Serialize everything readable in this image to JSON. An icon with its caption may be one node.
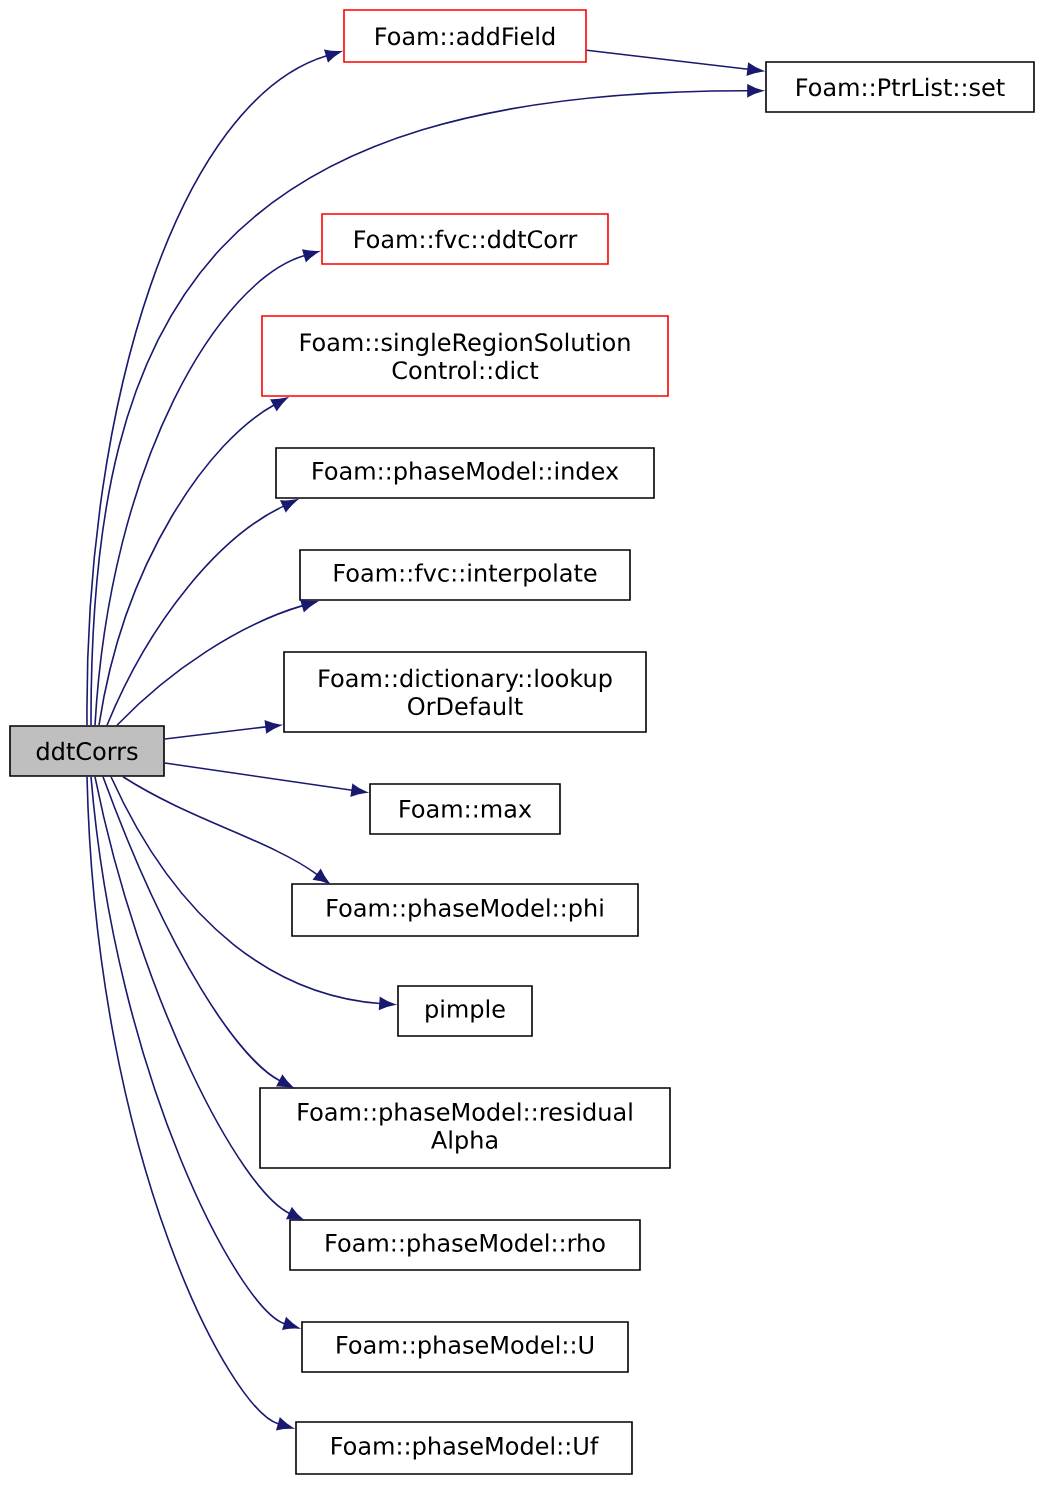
{
  "diagram": {
    "nodes": [
      {
        "text": [
          "ddtCorrs"
        ]
      },
      {
        "text": [
          "Foam::addField"
        ]
      },
      {
        "text": [
          "Foam::PtrList::set"
        ]
      },
      {
        "text": [
          "Foam::fvc::ddtCorr"
        ]
      },
      {
        "text": [
          "Foam::singleRegionSolution Control::dict"
        ]
      },
      {
        "text": [
          "Foam::phaseModel::index"
        ]
      },
      {
        "text": [
          "Foam::fvc::interpolate"
        ]
      },
      {
        "text": [
          "Foam::dictionary::lookup OrDefault"
        ]
      },
      {
        "text": [
          "Foam::max"
        ]
      },
      {
        "text": [
          "Foam::phaseModel::phi"
        ]
      },
      {
        "text": [
          "pimple"
        ]
      },
      {
        "text": [
          "Foam::phaseModel::residual Alpha"
        ]
      },
      {
        "text": [
          "Foam::phaseModel::rho"
        ]
      },
      {
        "text": [
          "Foam::phaseModel::U"
        ]
      },
      {
        "text": [
          "Foam::phaseModel::Uf"
        ]
      }
    ],
    "edges": [
      {
        "from": 0,
        "to": 1,
        "arrow": "to"
      },
      {
        "from": 0,
        "to": 2,
        "arrow": "to"
      },
      {
        "from": 1,
        "to": 2,
        "arrow": "to"
      },
      {
        "from": 0,
        "to": 3,
        "arrow": "to"
      },
      {
        "from": 0,
        "to": 4,
        "arrow": "to"
      },
      {
        "from": 0,
        "to": 5,
        "arrow": "to"
      },
      {
        "from": 0,
        "to": 6,
        "arrow": "to"
      },
      {
        "from": 0,
        "to": 7,
        "arrow": "to"
      },
      {
        "from": 0,
        "to": 8,
        "arrow": "to"
      },
      {
        "from": 0,
        "to": 9,
        "arrow": "to"
      },
      {
        "from": 0,
        "to": 10,
        "arrow": "to"
      },
      {
        "from": 0,
        "to": 11,
        "arrow": "to"
      },
      {
        "from": 0,
        "to": 12,
        "arrow": "to"
      },
      {
        "from": 0,
        "to": 13,
        "arrow": "to"
      },
      {
        "from": 0,
        "to": 14,
        "arrow": "to"
      }
    ]
  }
}
